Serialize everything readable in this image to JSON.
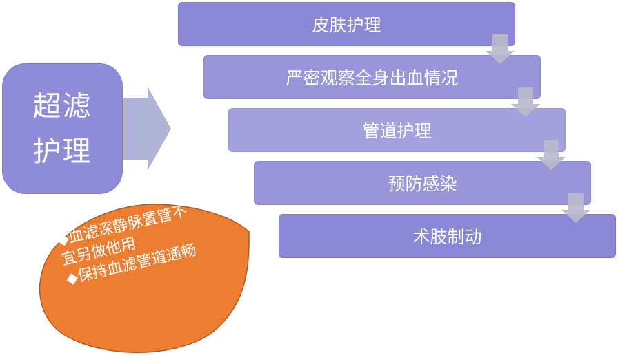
{
  "title": "超滤护理",
  "steps": [
    "皮肤护理",
    "严密观察全身出血情况",
    "管道护理",
    "预防感染",
    "术肢制动"
  ],
  "note": {
    "bullet": "◆",
    "item1_line1": "血滤深静脉置管不",
    "item1_line2": "宜另做他用",
    "item2": "保持血滤管道通畅"
  },
  "colors": {
    "step_fill": "#8a88d6",
    "title_fill": "#8e8cd8",
    "big_arrow": "#b0b4d6",
    "small_arrow": "#b8b8cc",
    "note_fill": "#ed7d31",
    "note_stroke": "#ae5a21",
    "text": "#ffffff"
  }
}
